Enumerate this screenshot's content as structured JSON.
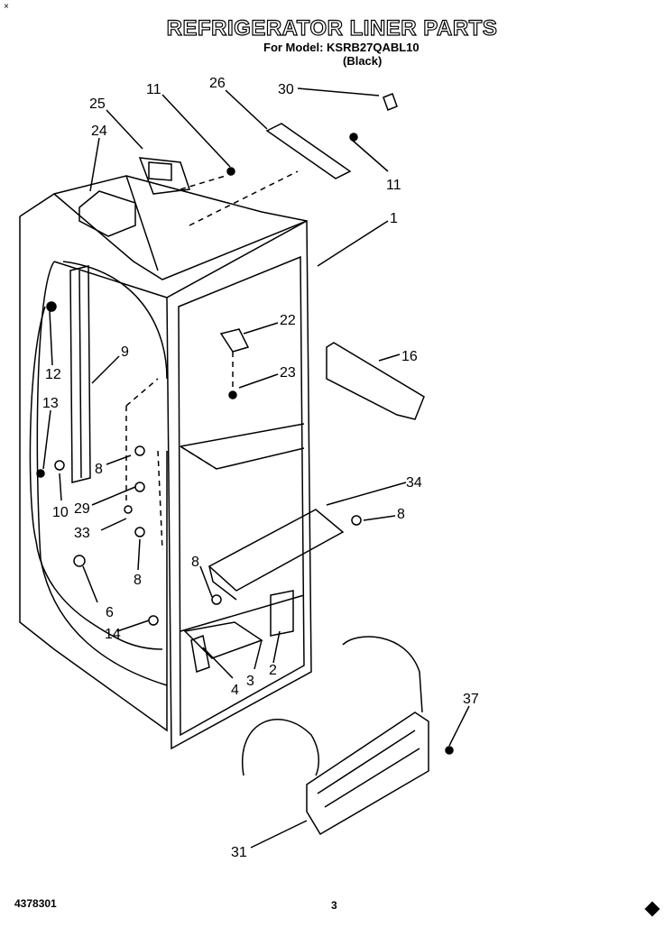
{
  "header": {
    "corner_mark": "×",
    "title": "REFRIGERATOR LINER PARTS",
    "model_line": "For Model: KSRB27QABL10",
    "color_line": "(Black)"
  },
  "footer": {
    "doc_number": "4378301",
    "page_number": "3"
  },
  "callouts": [
    {
      "id": "c11a",
      "label": "11"
    },
    {
      "id": "c26",
      "label": "26"
    },
    {
      "id": "c30",
      "label": "30"
    },
    {
      "id": "c25",
      "label": "25"
    },
    {
      "id": "c24",
      "label": "24"
    },
    {
      "id": "c11b",
      "label": "11"
    },
    {
      "id": "c1",
      "label": "1"
    },
    {
      "id": "c22",
      "label": "22"
    },
    {
      "id": "c16",
      "label": "16"
    },
    {
      "id": "c9",
      "label": "9"
    },
    {
      "id": "c12",
      "label": "12"
    },
    {
      "id": "c23",
      "label": "23"
    },
    {
      "id": "c13",
      "label": "13"
    },
    {
      "id": "c8a",
      "label": "8"
    },
    {
      "id": "c10",
      "label": "10"
    },
    {
      "id": "c29",
      "label": "29"
    },
    {
      "id": "c33",
      "label": "33"
    },
    {
      "id": "c34",
      "label": "34"
    },
    {
      "id": "c8b",
      "label": "8"
    },
    {
      "id": "c8c",
      "label": "8"
    },
    {
      "id": "c8d",
      "label": "8"
    },
    {
      "id": "c6",
      "label": "6"
    },
    {
      "id": "c14",
      "label": "14"
    },
    {
      "id": "c4",
      "label": "4"
    },
    {
      "id": "c3",
      "label": "3"
    },
    {
      "id": "c2",
      "label": "2"
    },
    {
      "id": "c37",
      "label": "37"
    },
    {
      "id": "c31",
      "label": "31"
    }
  ]
}
